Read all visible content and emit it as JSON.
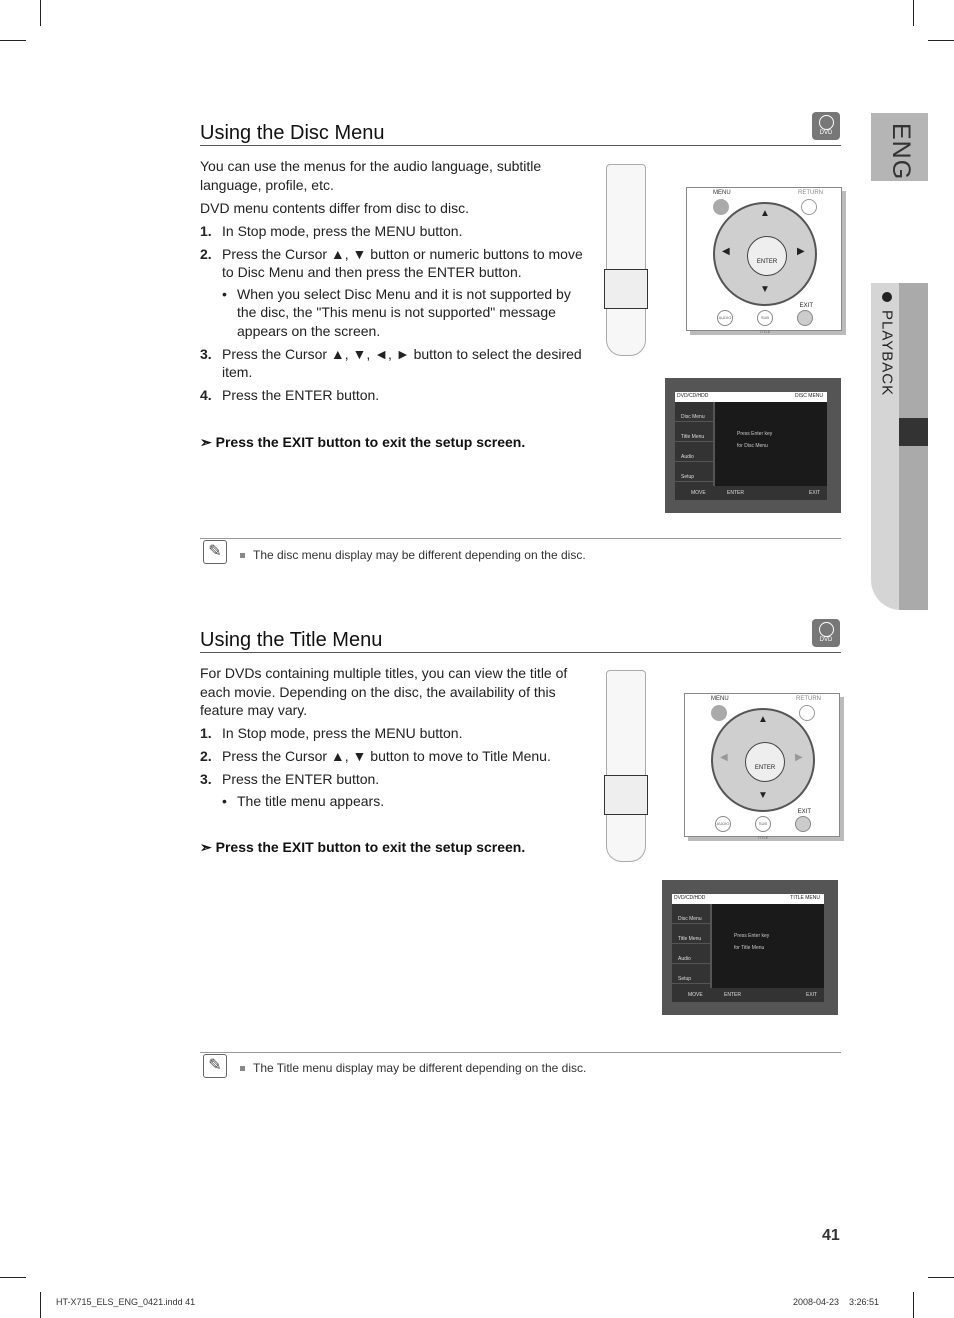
{
  "side_tab": {
    "language": "ENG",
    "section": "PLAYBACK"
  },
  "disc_section": {
    "title": "Using the Disc Menu",
    "badge": "DVD",
    "intro": [
      "You can use the menus for the audio language, subtitle language, profile, etc.",
      "DVD menu contents differ from disc to disc."
    ],
    "steps": [
      {
        "num": "1.",
        "pre": "In Stop mode, press the ",
        "bold": "MENU",
        "post": " button."
      },
      {
        "num": "2.",
        "text": "Press the Cursor ▲, ▼ button or numeric buttons to move to ",
        "bold1": "Disc Menu",
        "mid": " and then press the ",
        "bold2": "ENTER",
        "post": " button."
      },
      {
        "num": "3.",
        "text": "Press the Cursor ▲, ▼, ◄, ► button to select the desired item."
      },
      {
        "num": "4.",
        "pre": "Press the ",
        "bold": "ENTER",
        "post": " button."
      }
    ],
    "bullet": {
      "pre": "When you select Disc Menu and it is not supported by the disc, the \"",
      "bold": "This menu is not supported",
      "post": "\" message appears on the screen."
    },
    "exit_tip": "Press the EXIT button to exit the setup screen.",
    "note": "The disc menu display may be different depending on the disc.",
    "screen": {
      "top_left": "DVD/CD/HDD",
      "top_right": "DISC MENU",
      "menu": [
        "Disc Menu",
        "Title Menu",
        "Audio",
        "Setup"
      ],
      "line1": "Press Enter key",
      "line2": "for Disc Menu",
      "move": "MOVE",
      "enter": "ENTER",
      "exit": "EXIT"
    }
  },
  "title_section": {
    "title": "Using the Title Menu",
    "badge": "DVD",
    "intro": "For DVDs containing multiple titles, you can view the title of each movie. Depending on the disc, the availability of this feature may vary.",
    "steps": [
      {
        "num": "1.",
        "pre": "In Stop mode, press the ",
        "bold": "MENU",
        "post": " button."
      },
      {
        "num": "2.",
        "pre": "Press the Cursor ▲, ▼ button to move to ",
        "bold": "Title Menu",
        "post": "."
      },
      {
        "num": "3.",
        "pre": "Press the ",
        "bold": "ENTER",
        "post": " button."
      }
    ],
    "bullet": "The title menu appears.",
    "exit_tip": "Press the EXIT button to exit the setup screen.",
    "note": "The Title menu display may be different depending on the disc.",
    "screen": {
      "top_left": "DVD/CD/HDD",
      "top_right": "TITLE MENU",
      "menu": [
        "Disc Menu",
        "Title Menu",
        "Audio",
        "Setup"
      ],
      "line1": "Press Enter key",
      "line2": "for Title Menu",
      "move": "MOVE",
      "enter": "ENTER",
      "exit": "EXIT"
    }
  },
  "remote": {
    "menu": "MENU",
    "return": "RETURN",
    "enter": "ENTER",
    "exit": "EXIT",
    "audio": "AUDIO",
    "subtitle": "SUB TITLE"
  },
  "page_number": "41",
  "footer": {
    "left": "HT-X715_ELS_ENG_0421.indd   41",
    "right": "2008-04-23      3:26:51"
  }
}
